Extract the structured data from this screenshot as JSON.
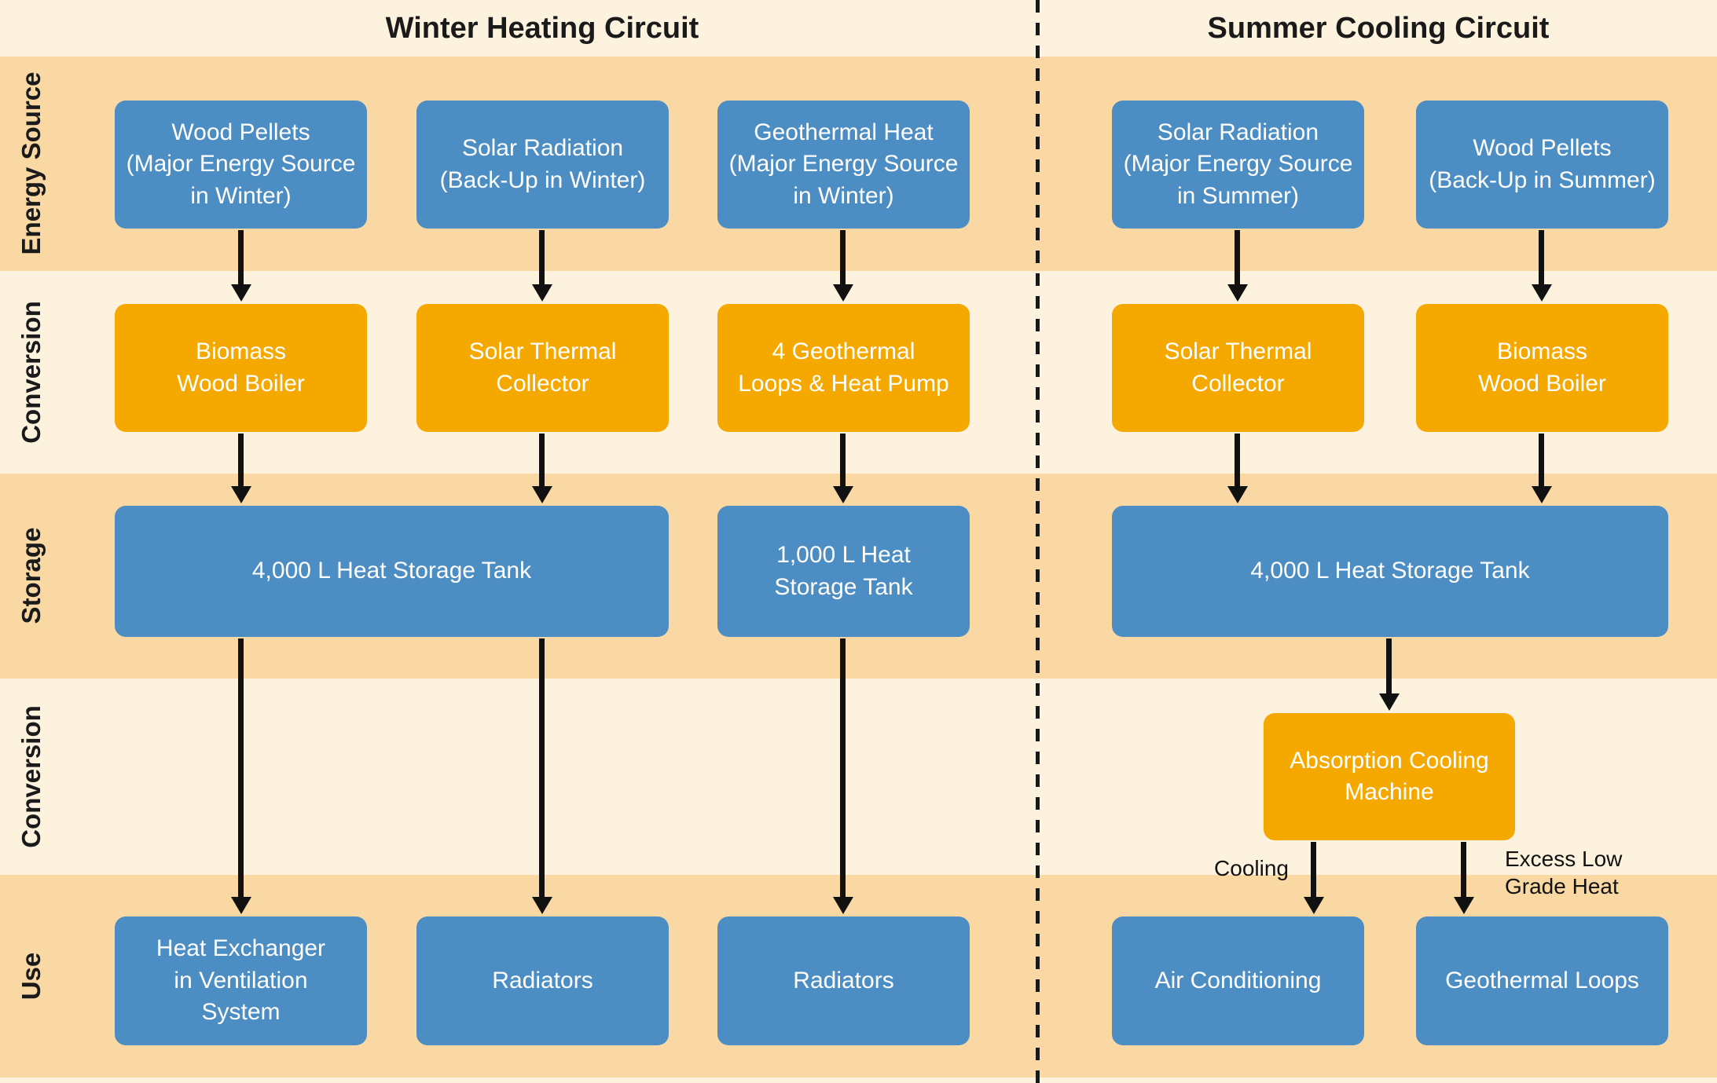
{
  "header": {
    "winter_title": "Winter Heating Circuit",
    "summer_title": "Summer Cooling Circuit"
  },
  "row_labels": [
    "Energy Source",
    "Conversion",
    "Storage",
    "Conversion",
    "Use"
  ],
  "winter": {
    "energy_sources": [
      "Wood Pellets\n(Major Energy Source\nin Winter)",
      "Solar Radiation\n(Back-Up in Winter)",
      "Geothermal Heat\n(Major Energy Source\nin Winter)"
    ],
    "conversions": [
      "Biomass\nWood Boiler",
      "Solar Thermal\nCollector",
      "4 Geothermal\nLoops & Heat Pump"
    ],
    "storages": [
      "4,000 L Heat Storage Tank",
      "1,000 L Heat\nStorage Tank"
    ],
    "uses": [
      "Heat Exchanger\nin Ventilation\nSystem",
      "Radiators",
      "Radiators"
    ]
  },
  "summer": {
    "energy_sources": [
      "Solar Radiation\n(Major Energy Source\nin Summer)",
      "Wood Pellets\n(Back-Up in Summer)"
    ],
    "conversions": [
      "Solar Thermal\nCollector",
      "Biomass\nWood Boiler"
    ],
    "storage": "4,000 L Heat Storage Tank",
    "absorption": "Absorption Cooling\nMachine",
    "uses": [
      "Air Conditioning",
      "Geothermal Loops"
    ],
    "arrow_labels": {
      "cooling": "Cooling",
      "excess": "Excess Low\nGrade Heat"
    }
  },
  "colors": {
    "box_blue": "#4C8DC3",
    "box_orange": "#F5A800",
    "band_peach": "#FAD8A3",
    "band_cream": "#FCF2DE",
    "arrow": "#111111"
  }
}
